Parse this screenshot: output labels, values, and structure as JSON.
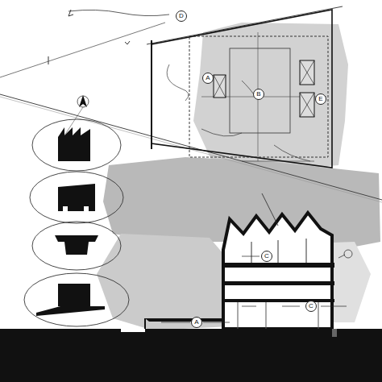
{
  "diagram": {
    "nodes": [
      {
        "text": [
          "D"
        ]
      },
      {
        "text": [
          "A"
        ]
      },
      {
        "text": [
          "B"
        ]
      },
      {
        "text": [
          "E"
        ]
      },
      {
        "text": [
          "C"
        ]
      },
      {
        "text": [
          "C"
        ]
      },
      {
        "text": [
          "A"
        ]
      }
    ]
  }
}
